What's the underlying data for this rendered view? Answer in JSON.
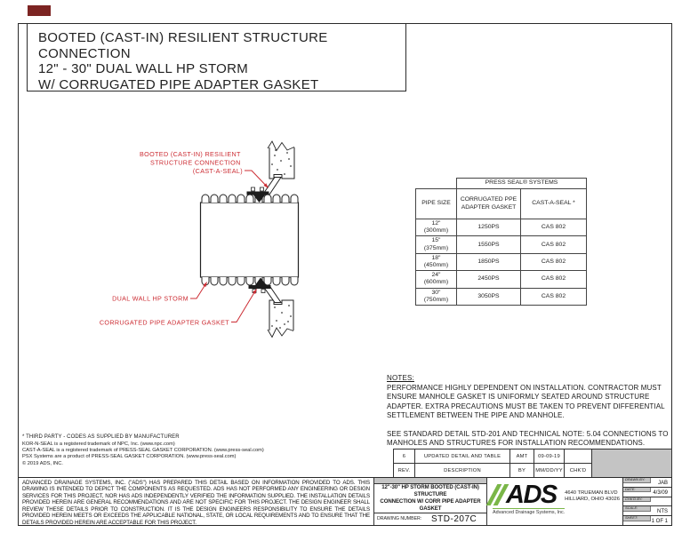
{
  "sheet": {
    "title_lines": [
      "BOOTED (CAST-IN) RESILIENT STRUCTURE CONNECTION",
      "12\" - 30\" DUAL WALL HP STORM",
      "W/ CORRUGATED PIPE ADAPTER GASKET"
    ]
  },
  "diagram": {
    "accent_color": "#cc2c33",
    "label_boot": [
      "BOOTED (CAST-IN) RESILIENT",
      "STRUCTURE CONNECTION",
      "(CAST-A-SEAL)"
    ],
    "label_pipe": "DUAL WALL HP STORM",
    "label_gasket": "CORRUGATED PIPE  ADAPTER GASKET"
  },
  "press_seal_table": {
    "header": "PRESS SEAL® SYSTEMS",
    "col_pipe_size": "PIPE SIZE",
    "col_gasket": "CORRUGATED PPE ADAPTER GASKET",
    "col_cast": "CAST-A-SEAL *",
    "rows": [
      {
        "size": "12\"",
        "mm": "(300mm)",
        "gasket": "1250PS",
        "cast": "CAS 802"
      },
      {
        "size": "15\"",
        "mm": "(375mm)",
        "gasket": "1550PS",
        "cast": "CAS 802"
      },
      {
        "size": "18\"",
        "mm": "(450mm)",
        "gasket": "1850PS",
        "cast": "CAS 802"
      },
      {
        "size": "24\"",
        "mm": "(600mm)",
        "gasket": "2450PS",
        "cast": "CAS 802"
      },
      {
        "size": "30\"",
        "mm": "(750mm)",
        "gasket": "3050PS",
        "cast": "CAS 802"
      }
    ]
  },
  "notes": {
    "heading": "NOTES:",
    "para1": [
      "PERFORMANCE HIGHLY DEPENDENT ON INSTALLATION. CONTRACTOR MUST",
      "ENSURE MANHOLE GASKET IS UNIFORMLY SEATED AROUND STRUCTURE",
      "ADAPTER. EXTRA PRECAUTIONS MUST BE TAKEN TO PREVENT DIFFERENTIAL",
      "SETTLEMENT BETWEEN THE PIPE AND MANHOLE."
    ],
    "para2": [
      "SEE STANDARD DETAIL STD-201 AND TECHNICAL NOTE: 5.04 CONNECTIONS TO",
      "MANHOLES AND STRUCTURES FOR INSTALLATION RECOMMENDATIONS."
    ]
  },
  "footnotes": {
    "line1": "* THIRD PARTY - CODES AS SUPPLIED BY MANUFACTURER",
    "line2": "KOR-N-SEAL is a registered trademark of NPC, Inc. (www.npc.com)",
    "line3": "CAST-A-SEAL is a registered trademark of PRESS-SEAL GASKET CORPORATION. (www.press-seal.com)",
    "line4": "PSX Systems are a product of PRESS-SEAL GASKET CORPORATION. (www.press-seal.com)",
    "copyright": "© 2019 ADS, INC."
  },
  "revision_table": {
    "entry": {
      "rev": "6",
      "description": "UPDATED DETAIL AND TABLE",
      "by": "AMT",
      "date": "09-09-19",
      "chkd": ""
    },
    "header": {
      "rev": "REV.",
      "description": "DESCRIPTION",
      "by": "BY",
      "date": "MM/DD/YY",
      "chkd": "CHK'D"
    }
  },
  "disclaimer": "ADVANCED DRAINAGE SYSTEMS, INC. (\"ADS\") HAS PREPARED THIS DETAIL BASED ON INFORMATION PROVIDED TO ADS.  THIS DRAWING IS INTENDED TO DEPICT THE COMPONENTS AS REQUESTED.  ADS HAS NOT PERFORMED ANY ENGINEERING OR DESIGN SERVICES FOR THIS PROJECT, NOR HAS ADS INDEPENDENTLY VERIFIED THE INFORMATION SUPPLIED.  THE INSTALLATION DETAILS PROVIDED HEREIN ARE GENERAL RECOMMENDATIONS AND ARE NOT SPECIFIC FOR THIS PROJECT.  THE DESIGN ENGINEER SHALL REVIEW THESE DETAILS PRIOR TO CONSTRUCTION.  IT IS THE DESIGN ENGINEERS RESPONSIBILITY TO ENSURE THE DETAILS PROVIDED HEREIN MEETS OR EXCEEDS THE APPLICABLE NATIONAL, STATE, OR LOCAL REQUIREMENTS AND TO ENSURE THAT THE DETAILS PROVIDED HEREIN ARE ACCEPTABLE FOR THIS PROJECT.",
  "title_block": {
    "drawing_title_line1": "12\"-30\" HP STORM BOOTED (CAST-IN) STRUCTURE",
    "drawing_title_line2": "CONNECTION W/ CORR PIPE ADAPTER GASKET",
    "drawing_number_label": "DRAWING NUMBER:",
    "drawing_number": "STD-207C",
    "logo_word": "ADS",
    "logo_tagline": "Advanced Drainage Systems, Inc.",
    "address_line1": "4640 TRUEMAN BLVD",
    "address_line2": "HILLIARD, OHIO 43026",
    "logo_green": "#7ab648",
    "info": [
      {
        "label": "DRAWN BY:",
        "value": "JAB"
      },
      {
        "label": "DATE:",
        "value": "4/3/09"
      },
      {
        "label": "CHK'D BY:",
        "value": ""
      },
      {
        "label": "SCALE:",
        "value": "NTS"
      },
      {
        "label": "SHEET:",
        "value": "1 OF 1"
      }
    ]
  }
}
